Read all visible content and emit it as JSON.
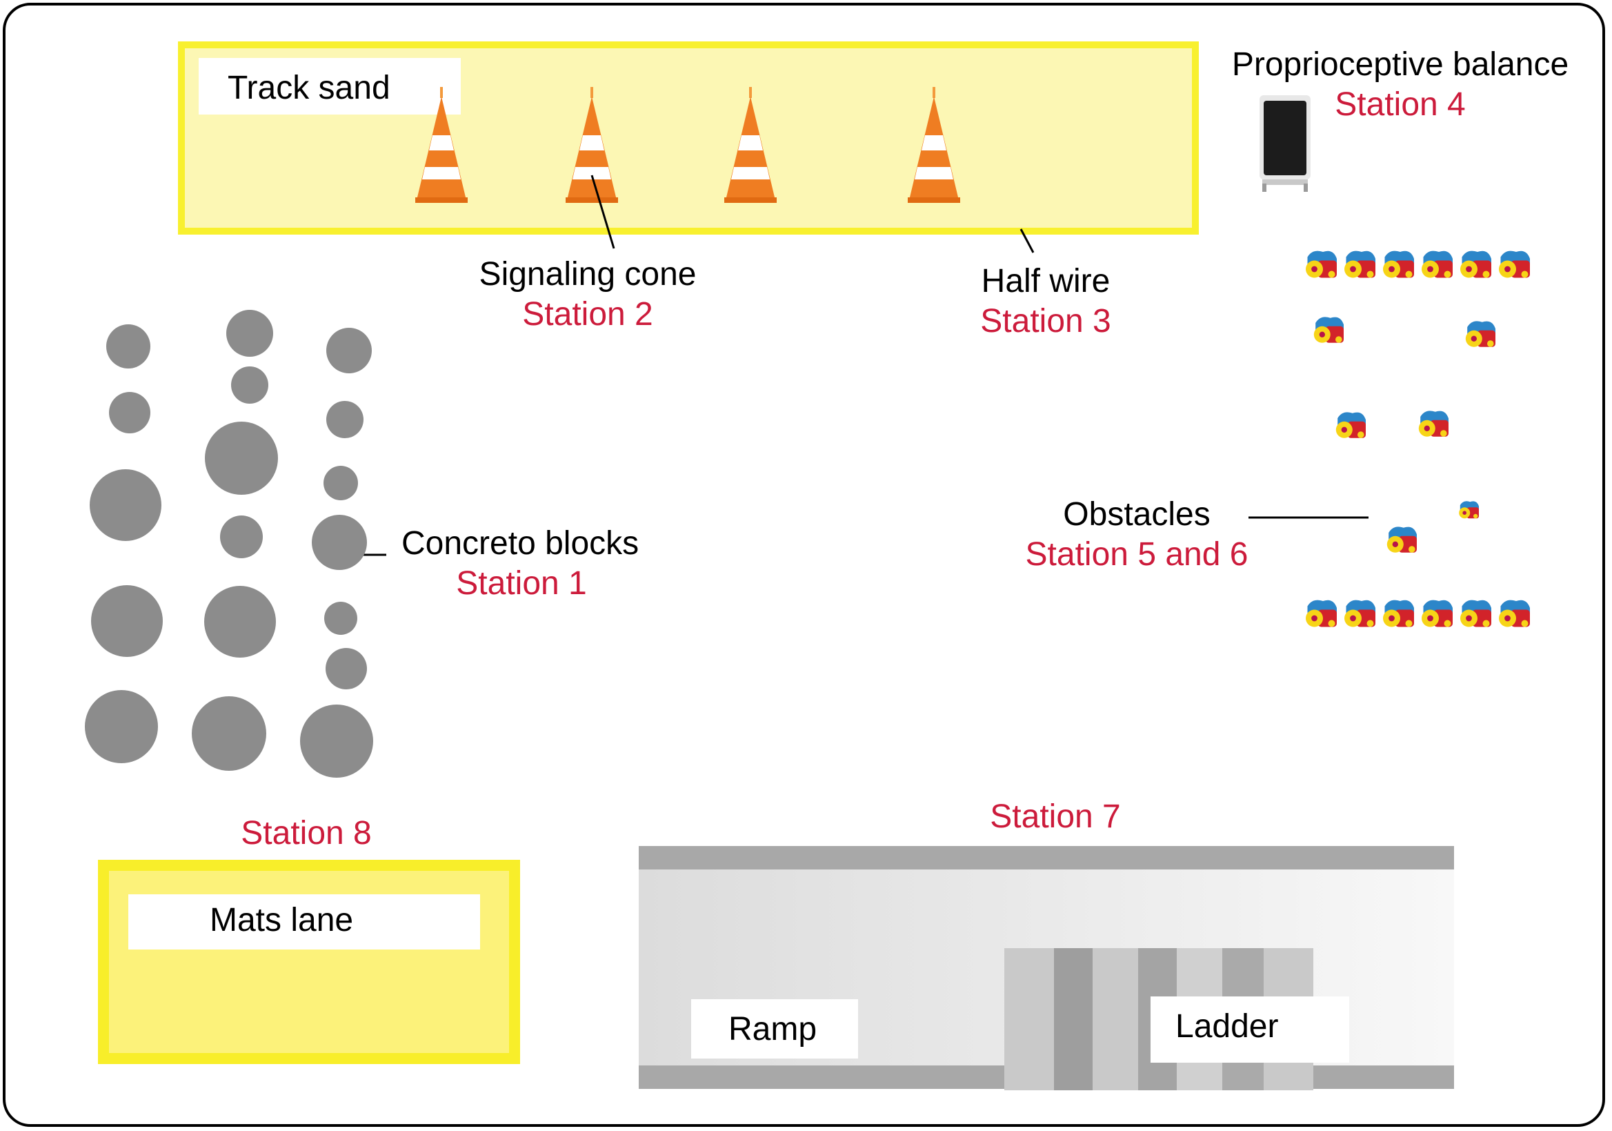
{
  "stations": {
    "track_sand_label": "Track sand",
    "signaling_cone_label": "Signaling cone",
    "station2": "Station 2",
    "half_wire_label": "Half wire",
    "station3": "Station 3",
    "proprioceptive_label": "Proprioceptive balance",
    "station4": "Station 4",
    "concrete_label": "Concreto blocks",
    "station1": "Station 1",
    "obstacles_label": "Obstacles",
    "station56": "Station 5 and 6",
    "station8": "Station 8",
    "mats_label": "Mats lane",
    "station7": "Station 7",
    "ramp_label": "Ramp",
    "ladder_label": "Ladder"
  },
  "colors": {
    "label_red": "#cc1b3b",
    "track_fill": "#fcf7b4",
    "track_border": "#f8f02f",
    "mats_fill": "#fcf27a",
    "concrete_gray": "#8c8c8c",
    "cone_orange": "#ef7d22"
  },
  "icons": [
    "cone-icon",
    "concrete-block-icon",
    "obstacle-icon",
    "balance-board-icon"
  ]
}
